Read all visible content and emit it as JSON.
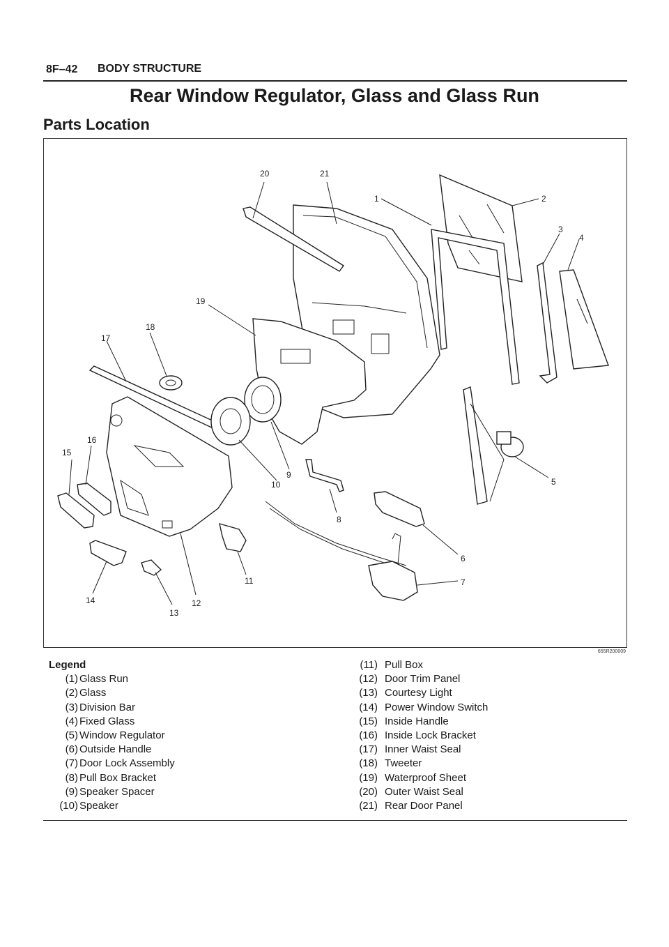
{
  "header": {
    "page_number": "8F–42",
    "section_title": "BODY STRUCTURE"
  },
  "page_title": "Rear Window Regulator, Glass and Glass Run",
  "subtitle": "Parts Location",
  "figure": {
    "image_code": "655R200009",
    "callouts": [
      "1",
      "2",
      "3",
      "4",
      "5",
      "6",
      "7",
      "8",
      "9",
      "10",
      "11",
      "12",
      "13",
      "14",
      "15",
      "16",
      "17",
      "18",
      "19",
      "20",
      "21"
    ]
  },
  "legend": {
    "heading": "Legend",
    "left": [
      {
        "num": "(1)",
        "name": "Glass Run"
      },
      {
        "num": "(2)",
        "name": "Glass"
      },
      {
        "num": "(3)",
        "name": "Division Bar"
      },
      {
        "num": "(4)",
        "name": "Fixed Glass"
      },
      {
        "num": "(5)",
        "name": "Window Regulator"
      },
      {
        "num": "(6)",
        "name": "Outside Handle"
      },
      {
        "num": "(7)",
        "name": "Door Lock Assembly"
      },
      {
        "num": "(8)",
        "name": "Pull Box Bracket"
      },
      {
        "num": "(9)",
        "name": "Speaker Spacer"
      },
      {
        "num": "(10)",
        "name": "Speaker"
      }
    ],
    "right": [
      {
        "num": "(11)",
        "name": "Pull Box"
      },
      {
        "num": "(12)",
        "name": "Door Trim Panel"
      },
      {
        "num": "(13)",
        "name": "Courtesy Light"
      },
      {
        "num": "(14)",
        "name": "Power Window Switch"
      },
      {
        "num": "(15)",
        "name": "Inside Handle"
      },
      {
        "num": "(16)",
        "name": "Inside Lock Bracket"
      },
      {
        "num": "(17)",
        "name": "Inner Waist Seal"
      },
      {
        "num": "(18)",
        "name": "Tweeter"
      },
      {
        "num": "(19)",
        "name": "Waterproof Sheet"
      },
      {
        "num": "(20)",
        "name": "Outer Waist Seal"
      },
      {
        "num": "(21)",
        "name": "Rear Door Panel"
      }
    ]
  }
}
